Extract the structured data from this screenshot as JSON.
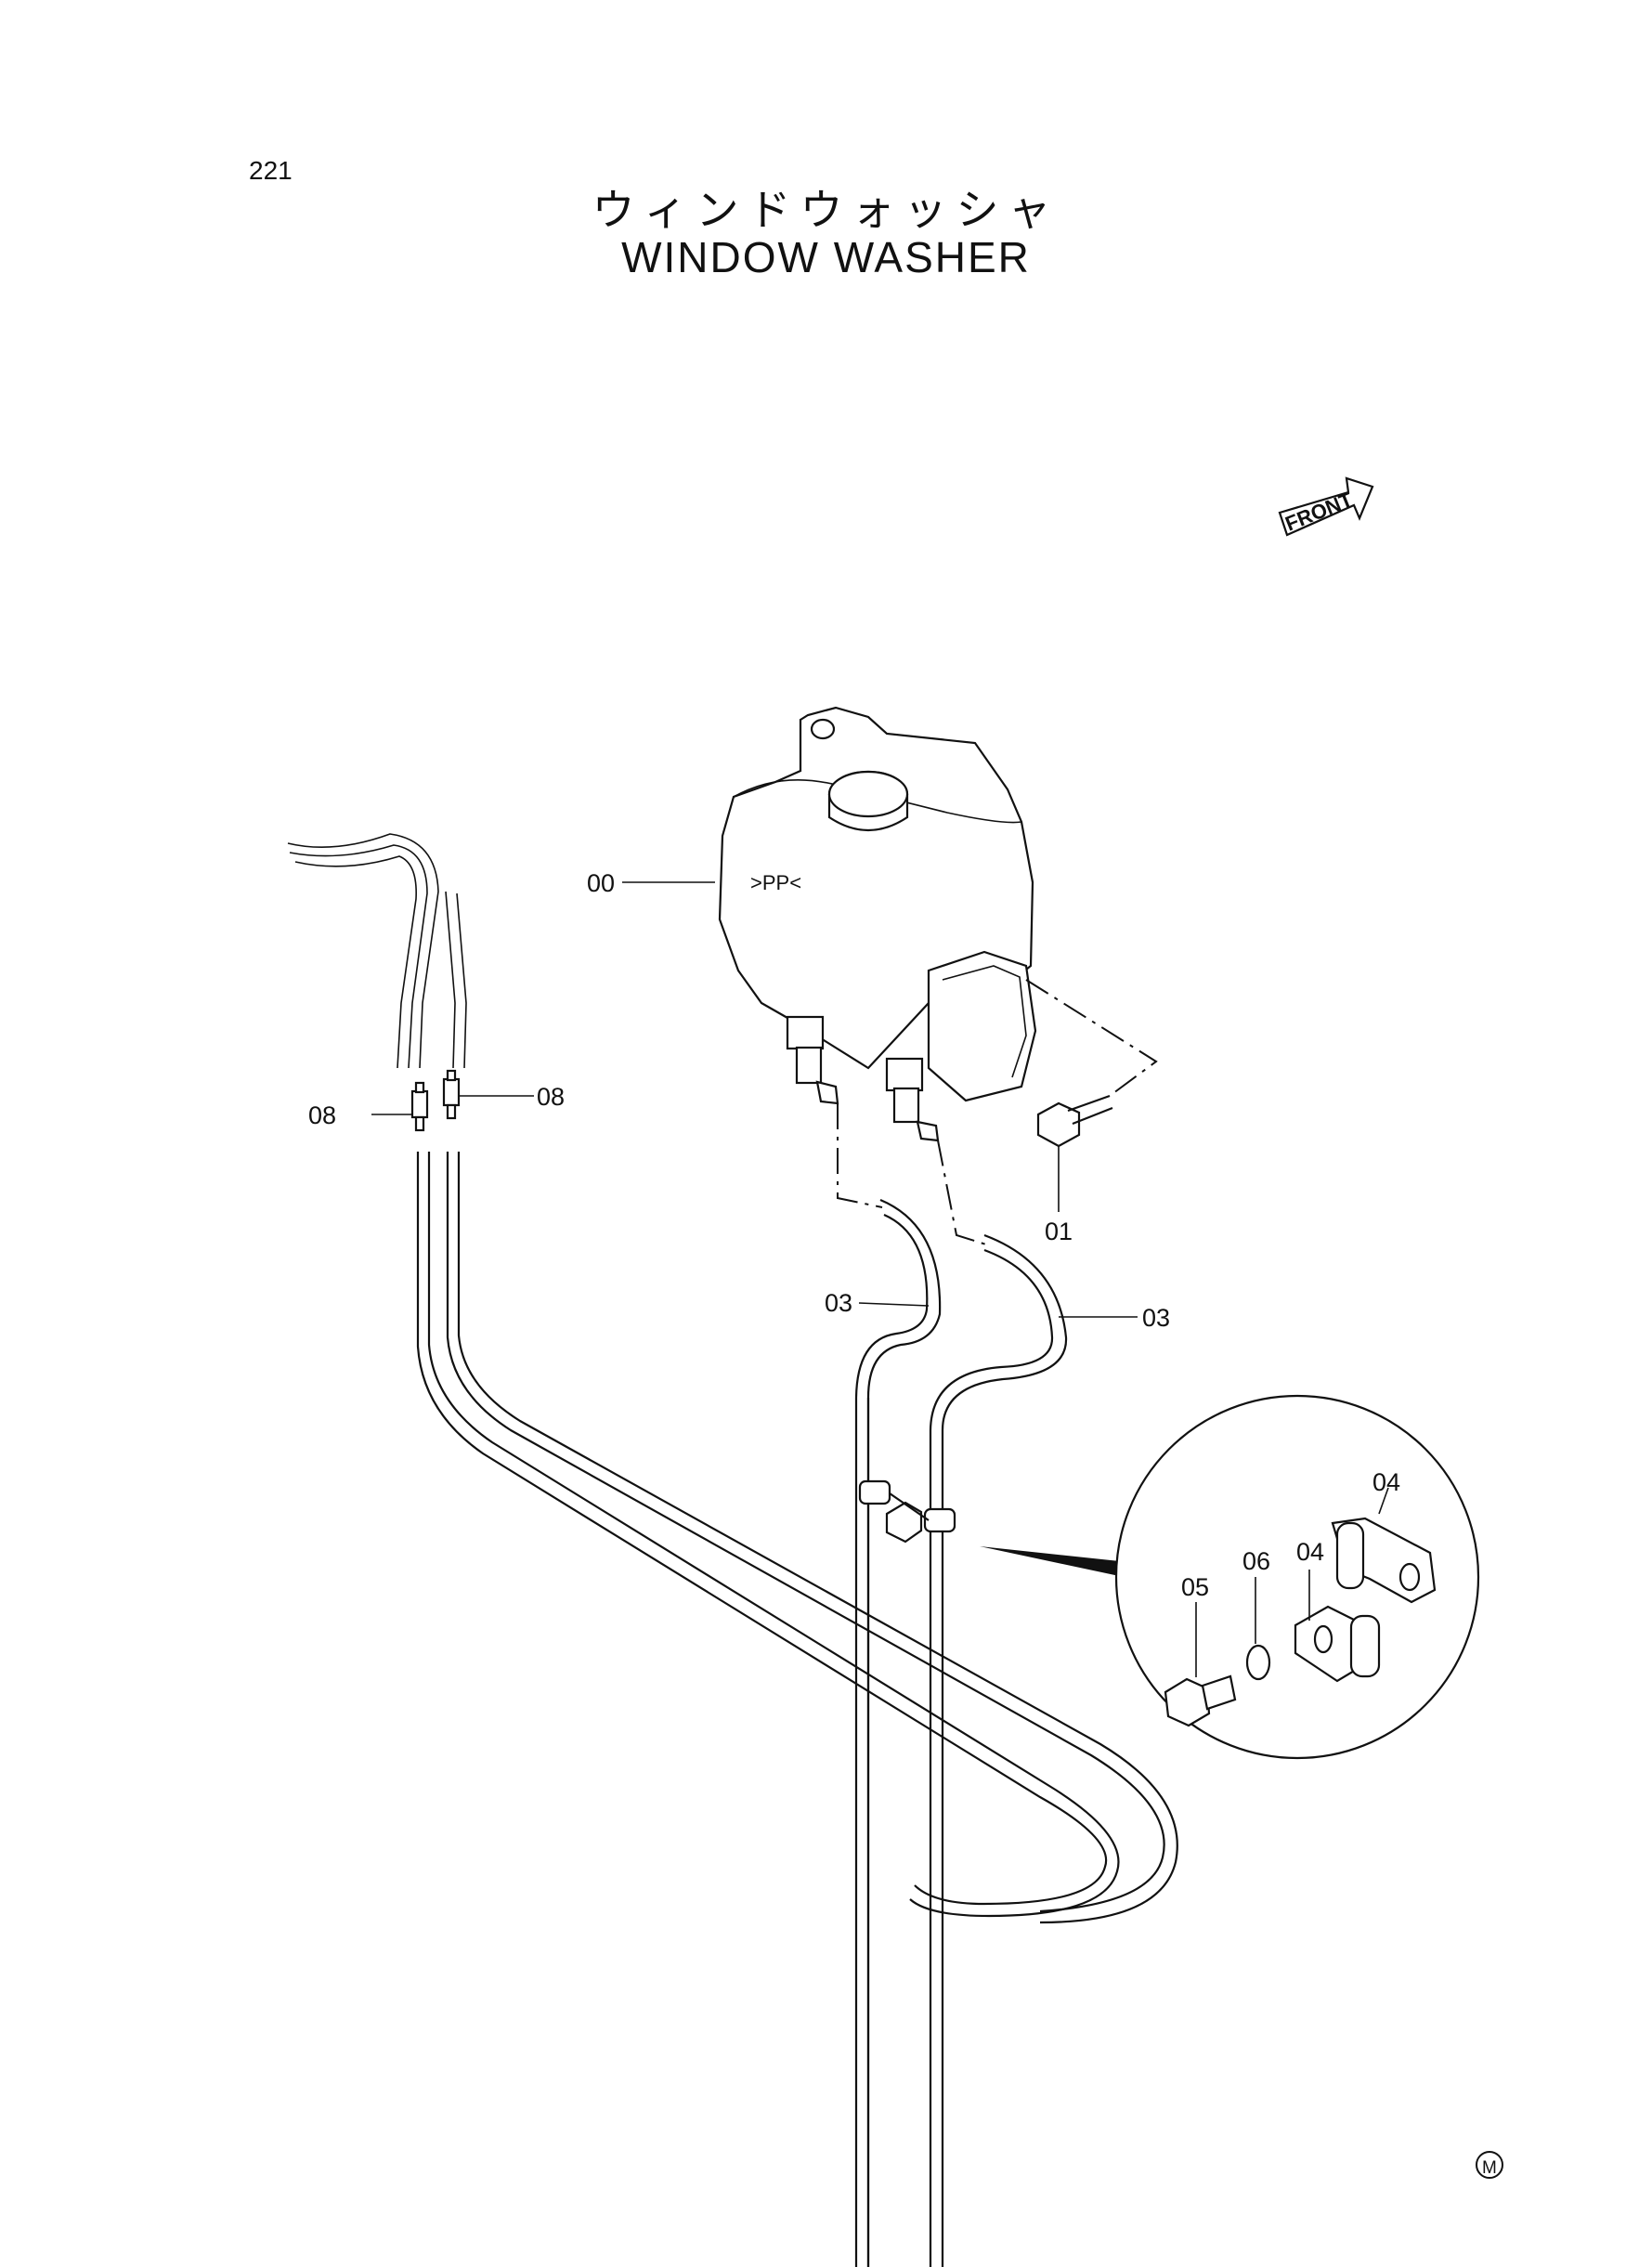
{
  "header": {
    "page_number": "221",
    "title_jp": "ウィンドウォッシャ",
    "title_en": "WINDOW  WASHER"
  },
  "orientation": {
    "front_label": "FRONT"
  },
  "callouts": {
    "c00": "00",
    "c01": "01",
    "c03a": "03",
    "c03b": "03",
    "c04a": "04",
    "c04b": "04",
    "c05": "05",
    "c06": "06",
    "c08a": "08",
    "c08b": "08"
  },
  "tank_marking": ">PP<",
  "footer": {
    "mark": "M"
  }
}
